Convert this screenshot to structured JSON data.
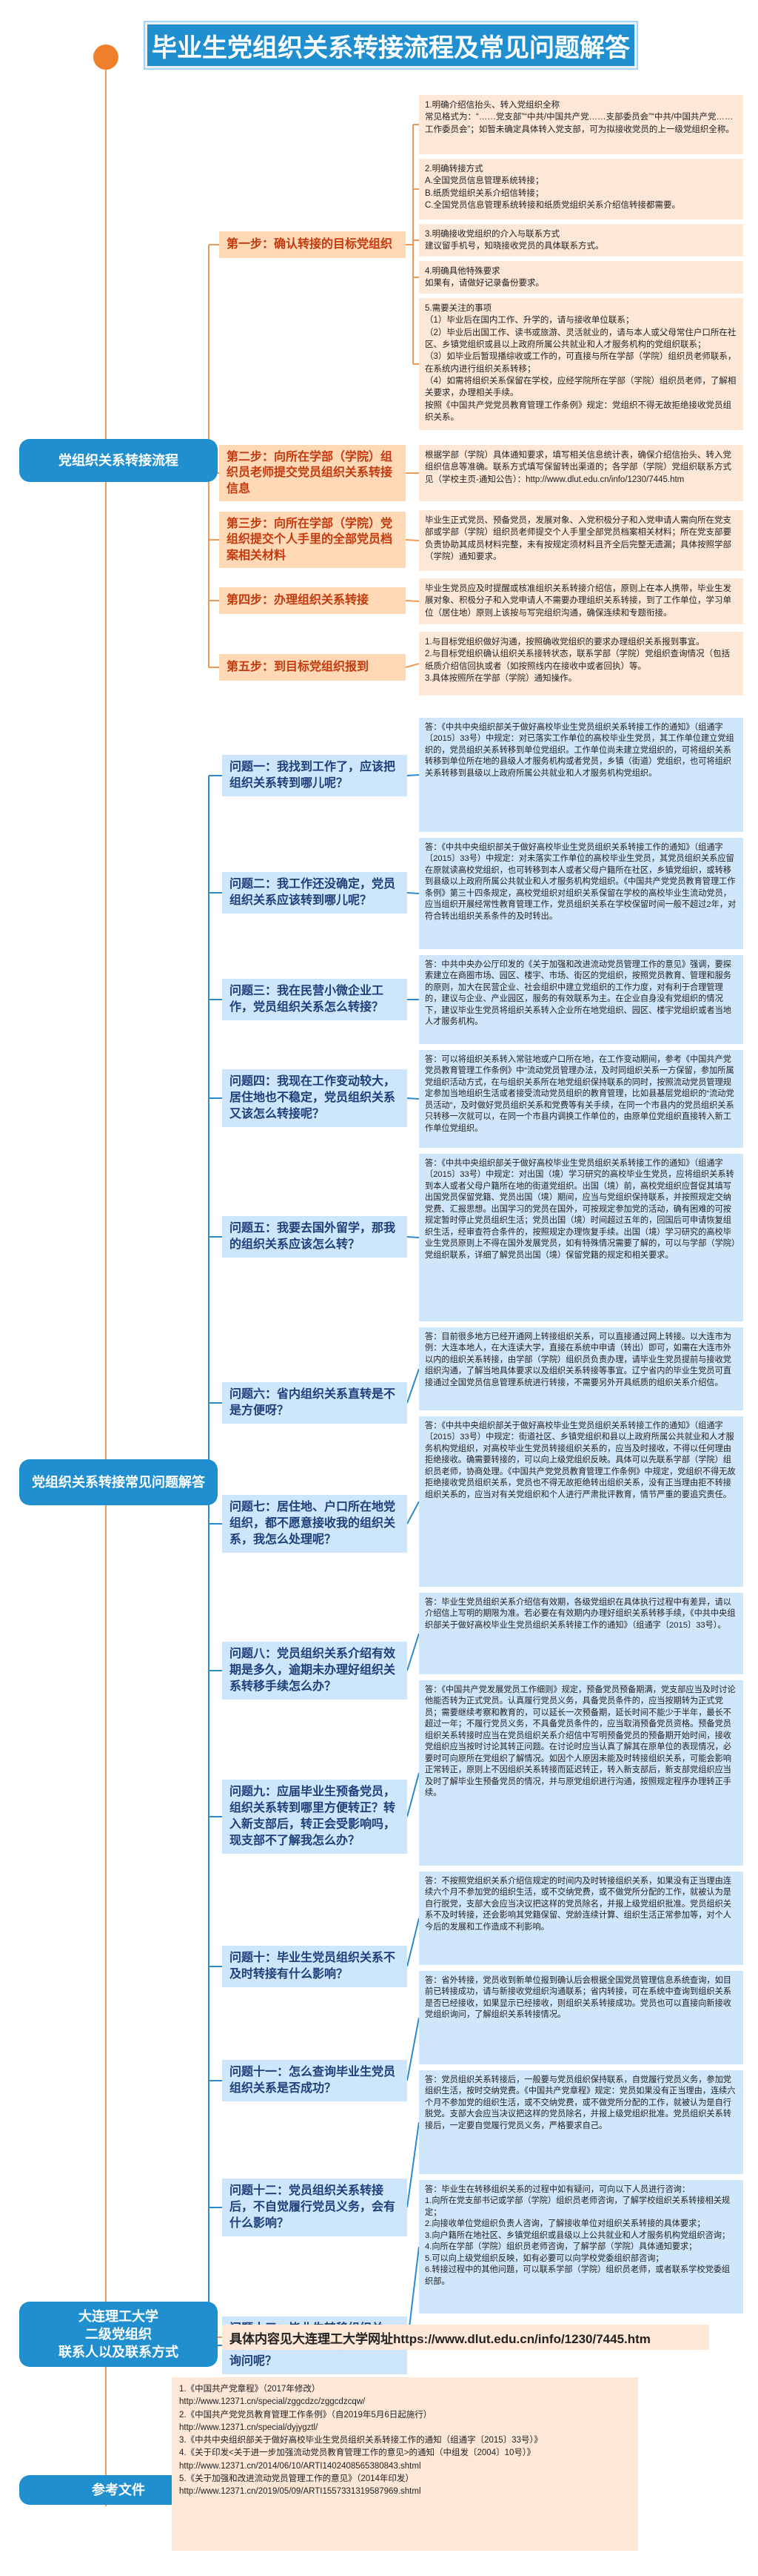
{
  "title": "毕业生党组织关系转接流程及常见问题解答",
  "colors": {
    "title_bg": "#1f8fd0",
    "root_bg": "#1f8fd0",
    "step_bg": "#ffd8b6",
    "step_text": "#c4390e",
    "question_bg": "#cde6fb",
    "orange_dot": "#f07f2c"
  },
  "process": {
    "label": "党组织关系转接流程",
    "steps": [
      {
        "label": "第一步：确认转接的目标党组织",
        "details": [
          "1.明确介绍信抬头、转入党组织全称\n常见格式为：“……党支部”“中共/中国共产党……支部委员会”“中共/中国共产党……工作委员会”；如暂未确定具体转入党支部，可为拟接收党员的上一级党组织全称。",
          "2.明确转接方式\nA.全国党员信息管理系统转接；\nB.纸质党组织关系介绍信转接；\nC.全国党员信息管理系统转接和纸质党组织关系介绍信转接都需要。",
          "3.明确接收党组织的介入与联系方式\n建议留手机号，知晓接收党员的具体联系方式。",
          "4.明确具他特殊要求\n如果有，请做好记录备份要求。",
          "5.需要关注的事项\n（1）毕业后在国内工作、升学的，请与接收单位联系；\n（2）毕业后出国工作、读书或旅游、灵活就业的，请与本人或父母常住户口所在社区、乡镇党组织或县以上政府所属公共就业和人才服务机构的党组织联系；\n（3）如毕业后暂现播综收或工作的，可直接与所在学部（学院）组织员老师联系，在系统内进行组织关系转移；\n（4）如需将组织关系保留在学校，应经学院所在学部（学院）组织员老师，了解相关要求，办理相关手续。\n按照《中国共产党党员教育管理工作条例》规定：党组织不得无故拒绝接收党员组织关系。"
        ]
      },
      {
        "label": "第二步：向所在学部（学院）组织员老师提交党员组织关系转接信息",
        "details": [
          "根据学部（学院）具体通知要求，填写相关信息统计表，确保介绍信抬头、转入党组织信息等准确。联系方式填写保留转出渠道的；各学部（学院）党组织联系方式见（学校主页-通知公告）：http://www.dlut.edu.cn/info/1230/7445.htm"
        ]
      },
      {
        "label": "第三步：向所在学部（学院）党组织提交个人手里的全部党员档案相关材料",
        "details": [
          "毕业生正式党员、预备党员，发展对象、入党积极分子和入党申请人需向所在党支部或学部（学院）组织员老师提交个人手里全部党员档案相关材料；所在党支部要负责协助其成员材料完整，未有按规定须材料且齐全后完整无遗漏；具体按照学部（学院）通知要求。"
        ]
      },
      {
        "label": "第四步：办理组织关系转接",
        "details": [
          "毕业生党员应及时提醒或核准组织关系转接介绍信，原则上在本人携带，毕业生发展对象、积极分子和入党申请人不需要办理组织关系转接，到了工作单位，学习单位（居住地）原则上该按与写完组织沟通，确保连续和专题衔接。"
        ]
      },
      {
        "label": "第五步：到目标党组织报到",
        "details": [
          "1.与目标党组织做好沟通，按照确收党组织的要求办理组织关系报到事宜。\n2.与目标党组织确认组织关系接转状态，联系学部（学院）党组织查询情况（包括纸质介绍信回执或者（如按照线内在接收中或者回执）等。\n3.具体按照所在学部（学院）通知操作。"
        ]
      }
    ]
  },
  "faq": {
    "label": "党组织关系转接常见问题解答",
    "items": [
      {
        "q": "问题一：我找到工作了，应该把组织关系转到哪儿呢？",
        "a": "答：《中共中央组织部关于做好高校毕业生党员组织关系转接工作的通知》（组通字〔2015〕33号）中规定：对已落实工作单位的高校毕业生党员，其工作单位建立党组织的，党员组织关系转移到单位党组织。工作单位尚未建立党组织的，可将组织关系转移到单位所在地的县级人才服务机构或者党员，乡镇（街道）党组织，也可将组织关系转移到县级以上政府所属公共就业和人才服务机构党组织。"
      },
      {
        "q": "问题二：我工作还没确定，党员组织关系应该转到哪儿呢？",
        "a": "答：《中共中央组织部关于做好高校毕业生党员组织关系转接工作的通知》（组通字〔2015〕33号）中规定：对未落实工作单位的高校毕业生党员，其党员组织关系应留在原就读高校党组织，也可转移到本人或者父母户籍所在社区，乡镇党组织，或转移到县级以上政府所属公共就业和人才服务机构党组织。《中国共产党党员教育管理工作条例》第三十四条规定，高校党组织对组织关系保留在学校的高校毕业生流动党员，应当组织开展经常性教育管理工作，党员组织关系在学校保留时间一般不超过2年，对符合转出组织关系条件的及时转出。"
      },
      {
        "q": "问题三：我在民营小微企业工作，党员组织关系怎么转接？",
        "a": "答：中共中央办公厅印发的《关于加强和改进流动党员管理工作的意见》强调，要探索建立在商圈市场、园区、楼宇、市场、街区的党组织，按照党员教育、管理和服务的原则，加大在民营企业、社会组织中建立党组织的工作力度，对有利于合理管理的，建议与企业、产业园区，服务的有效联系为主。在企业自身没有党组织的情况下，建议毕业生党员将组织关系转入企业所在地党组织、园区、楼宇党组织或者当地人才服务机构。"
      },
      {
        "q": "问题四：我现在工作变动较大，居住地也不稳定，党员组织关系又该怎么转接呢？",
        "a": "答：可以将组织关系转入常驻地或户口所在地，在工作变动期间，参考《中国共产党党员教育管理工作条例》中“流动党员管理办法，及时同组织关系一方保留，参加所属党组织活动方式，在与组织关系所在地党组织保持联系的同时，按照流动党员管理规定参加当地组织生活或者接受流动党员组织的教育管理，比如县基层党组织的“流动党员活动”，及时做好党员组织关系和党费等有关手续，在同一个市县内的党员组织关系只转移一次就可以，在同一个市县内调换工作单位的，由原单位党组织直接转入新工作单位党组织。"
      },
      {
        "q": "问题五：我要去国外留学，那我的组织关系应该怎么转？",
        "a": "答：《中共中央组织部关于做好高校毕业生党员组织关系转接工作的通知》（组通字〔2015〕33号）中规定：对出国（境）学习研究的高校毕业生党员，应将组织关系转到本人或者父母户籍所在地的街道党组织。出国（境）前，高校党组织应督促其填写出国党员保留党籍、党员出国（境）期间，应当与党组织保持联系，并按照规定交纳党费、汇报思想。出国学习的党员在国外，可按规定参加党的活动，确有困难的可按规定暂时停止党员组织生活；党员出国（境）时间超过五年的，回国后可申请恢复组织生活，经审查符合条件的，按照规定办理恢复手续。出国（境）学习研究的高校毕业生党员原则上不得在国外发展党员，如有特殊情况需要了解的，可以与学部（学院）党组织联系，详细了解党员出国（境）保留党籍的规定和相关要求。"
      },
      {
        "q": "问题六：省内组织关系直转是不是方便呀？",
        "a": "答：目前很多地方已经开通网上转接组织关系，可以直接通过网上转接。以大连市为例：大连本地人，在大连读大学，直接在系统中申请（转出）即可，如需在大连市外以内的组织关系转接，由学部（学院）组织员负责办理，请毕业生党员提前与接收党组织沟通，了解当地具体要求以及组织关系转接等事宜。辽宁省内的毕业生党员可直接通过全国党员信息管理系统进行转接，不需要另外开具纸质的组织关系介绍信。"
      },
      {
        "q": "问题七：居住地、户口所在地党组织，都不愿意接收我的组织关系，我怎么处理呢？",
        "a": "答：《中共中央组织部关于做好高校毕业生党员组织关系转接工作的通知》（组通字〔2015〕33号）中规定：街道社区、乡镇党组织和县以上政府所属公共就业和人才服务机构党组织，对高校毕业生党员转接组织关系的，应当及时接收，不得以任何理由拒绝接收。确需要转接的，可以向上级党组织反映。具体可以先联系学部（学院）组织员老师，协商处理。《中国共产党党员教育管理工作条例》中规定，党组织不得无故拒绝接收党员组织关系，党员也不得无故拒绝转出组织关系，没有正当理由拒不转接组织关系的，应当对有关党组织和个人进行严肃批评教育，情节严重的要追究责任。"
      },
      {
        "q": "问题八：党员组织关系介绍有效期是多久，逾期未办理好组织关系转移手续怎么办？",
        "a": "答：毕业生党员组织关系介绍信有效期，各级党组织在具体执行过程中有差异，请以介绍信上写明的期限为准。若必要在有效期内办理好组织关系转移手续，《中共中央组织部关于做好高校毕业生党员组织关系转接工作的通知》（组通字〔2015〕33号）。"
      },
      {
        "q": "问题九：应届毕业生预备党员，组织关系转到哪里方便转正？转入新支部后，转正会受影响吗，现支部不了解我怎么办？",
        "a": "答：《中国共产党发展党员工作细则》规定，预备党员预备期满，党支部应当及时讨论他能否转为正式党员。认真履行党员义务，具备党员条件的，应当按期转为正式党员；需要继续考察和教育的，可以延长一次预备期，延长时间不能少于半年，最长不超过一年；不履行党员义务，不具备党员条件的，应当取消预备党员资格。预备党员组织关系转接时应当在党员组织关系介绍信中写明预备党员的预备期开始时间，接收党组织应当按时讨论其转正问题。在讨论时应当认真了解其在原单位的表现情况，必要时可向原所在党组织了解情况。如因个人原因未能及时转接组织关系，可能会影响正常转正，原则上不因组织关系转接而延迟转正，转入新支部后，新支部党组织应当及时了解毕业生预备党员的情况，并与原党组织进行沟通，按照规定程序办理转正手续。"
      },
      {
        "q": "问题十：毕业生党员组织关系不及时转接有什么影响？",
        "a": "答：不按照党组织关系介绍信规定的时间内及时转接组织关系，如果没有正当理由连续六个月不参加党的组织生活，或不交纳党费，或不做党所分配的工作，就被认为是自行脱党，支部大会应当决议把这样的党员除名，并报上级党组织批准。党员组织关系不及时转接，还会影响其党籍保留、党龄连续计算、组织生活正常参加等，对个人今后的发展和工作造成不利影响。"
      },
      {
        "q": "问题十一：怎么查询毕业生党员组织关系是否成功？",
        "a": "答：省外转接，党员收到新单位报到确认后会根据全国党员管理信息系统查询，如目前已转接成功，请与新接收党组织沟通联系；省内转接，可在系统中查询到组织关系是否已经接收，如果显示已经接收，则组织关系转接成功。党员也可以直接向新接收党组织询问，了解组织关系转接情况。"
      },
      {
        "q": "问题十二：党员组织关系转接后，不自觉履行党员义务，会有什么影响？",
        "a": "答：党员组织关系转接后，一般要与党员组织保持联系，自觉履行党员义务，参加党组织生活，按时交纳党费。《中国共产党章程》规定：党员如果没有正当理由，连续六个月不参加党的组织生活，或不交纳党费，或不做党所分配的工作，就被认为是自行脱党。支部大会应当决议把这样的党员除名，并报上级党组织批准。党员组织关系转接后，一定要自觉履行党员义务，严格要求自己。"
      },
      {
        "q": "问题十三：毕业生转移组织关系，在有问题时能找哪些人进行询问呢？",
        "a": "答：毕业生在转移组织关系的过程中如有疑问，可向以下人员进行咨询：\n1.向所在党支部书记或学部（学院）组织员老师咨询，了解学校组织关系转接相关规定；\n2.向接收单位党组织负责人咨询，了解接收单位对组织关系转接的具体要求；\n3.向户籍所在地社区、乡镇党组织或县级以上公共就业和人才服务机构党组织咨询；\n4.向所在学部（学院）组织员老师咨询，了解学部（学院）具体通知要求；\n5.可以向上级党组织反映，如有必要可以向学校党委组织部咨询；\n6.转接过程中的其他问题，可以联系学部（学院）组织员老师，或者联系学校党委组织部。"
      }
    ]
  },
  "contact": {
    "label": "大连理工大学\n二级党组织\n联系人以及联系方式",
    "text": "具体内容见大连理工大学网址https://www.dlut.edu.cn/info/1230/7445.htm"
  },
  "refs": {
    "label": "参考文件",
    "text": "1.《中国共产党章程》（2017年修改）\nhttp://www.12371.cn/special/zggcdzc/zggcdzcqw/\n2.《中国共产党党员教育管理工作条例》（自2019年5月6日起施行）\nhttp://www.12371.cn/special/dyjygztl/\n3.《中共中央组织部关于做好高校毕业生党员组织关系转接工作的通知（组通字〔2015〕33号）》\n4.《关于印发<关于进一步加强流动党员教育管理工作的意见>的通知（中组发〔2004〕10号）》\nhttp://www.12371.cn/2014/06/10/ARTI1402408565380843.shtml\n5.《关于加强和改进流动党员管理工作的意见》（2014年印发）\nhttp://www.12371.cn/2019/05/09/ARTI1557331319587969.shtml"
  }
}
